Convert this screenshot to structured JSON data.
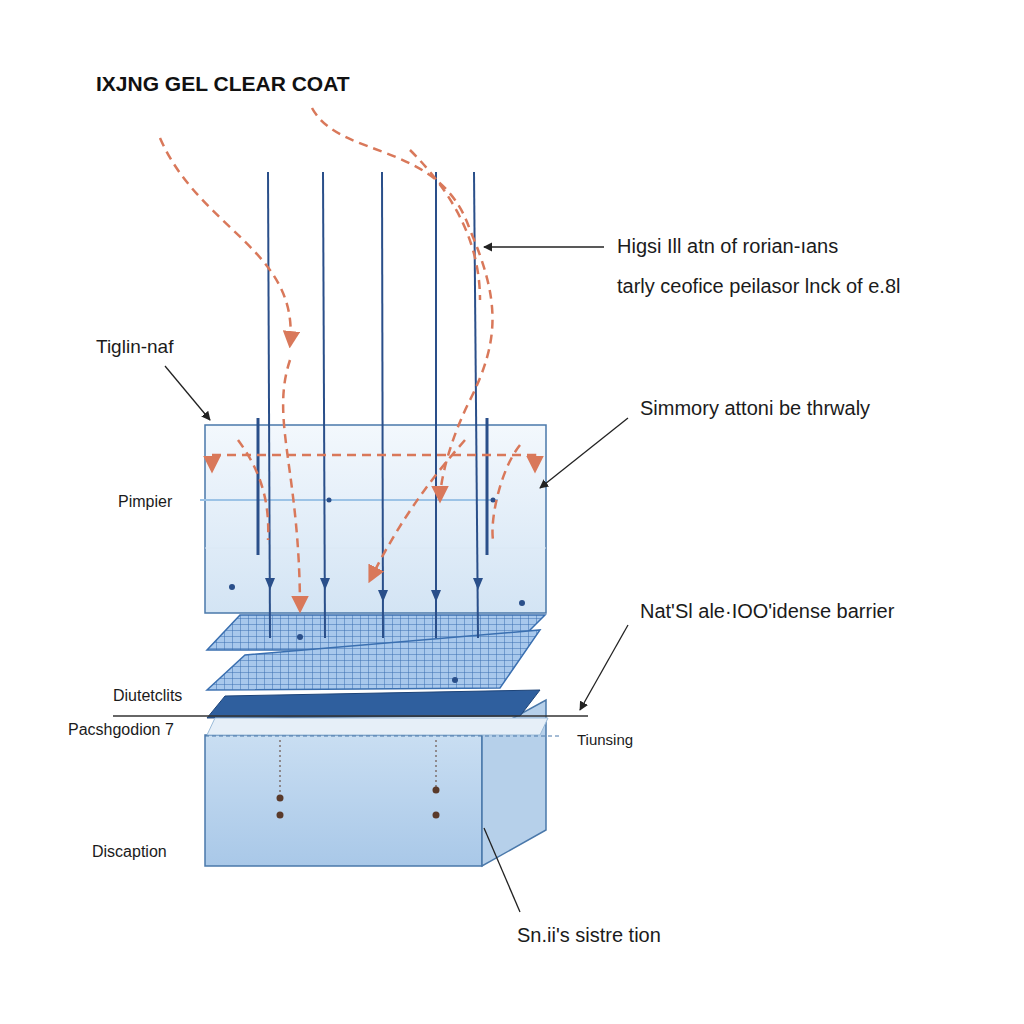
{
  "diagram": {
    "title": "IXJNG GEL CLEAR COAT",
    "labels": [
      "Higsi Ill atn of rorian-ıans",
      "tarly ceofice peilasor lnck of e.8l",
      "Tiglin-naf",
      "Simmory attoni be thrwaly",
      "Pimpier",
      "Nat'Sl ale·IOO'idense barrier",
      "Diutetclits",
      "Pacshgodion 7",
      "Tiunsing",
      "Discaption",
      "Sn.ii's sistre tion"
    ]
  }
}
